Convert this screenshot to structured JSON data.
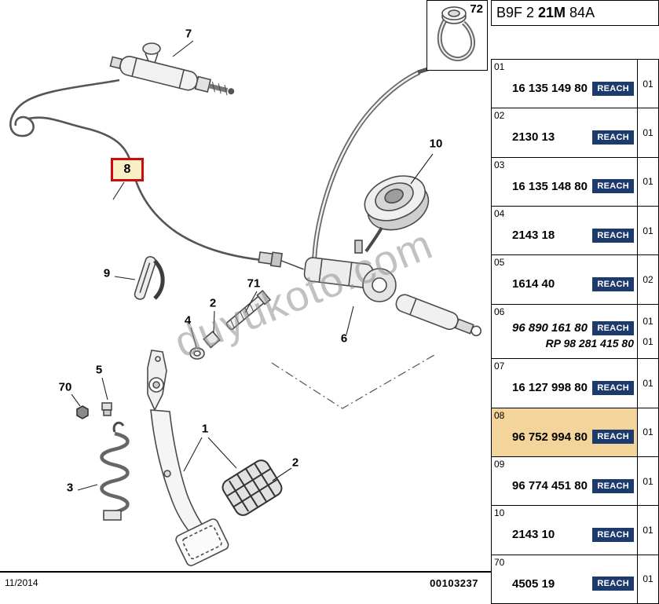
{
  "header": {
    "prefix": "B9F 2",
    "bold": "21M",
    "suffix": "84A"
  },
  "inset": {
    "label": "72"
  },
  "watermark": "duyukoto.com",
  "callouts": {
    "c7": "7",
    "c8": "8",
    "c9": "9",
    "c71": "71",
    "c2a": "2",
    "c4": "4",
    "c6": "6",
    "c10": "10",
    "c5": "5",
    "c70": "70",
    "c1": "1",
    "c2b": "2",
    "c3": "3"
  },
  "table": {
    "reach_label": "REACH",
    "rows": [
      {
        "index": "01",
        "part_number": "16 135 149 80",
        "qty": "01"
      },
      {
        "index": "02",
        "part_number": "2130 13",
        "qty": "01"
      },
      {
        "index": "03",
        "part_number": "16 135 148 80",
        "qty": "01"
      },
      {
        "index": "04",
        "part_number": "2143 18",
        "qty": "01"
      },
      {
        "index": "05",
        "part_number": "1614 40",
        "qty": "02"
      },
      {
        "index": "06",
        "part_number": "96 890 161 80",
        "qty": "01",
        "replacement": "RP 98 281 415 80",
        "replacement_qty": "01"
      },
      {
        "index": "07",
        "part_number": "16 127 998 80",
        "qty": "01"
      },
      {
        "index": "08",
        "part_number": "96 752 994 80",
        "qty": "01"
      },
      {
        "index": "09",
        "part_number": "96 774 451 80",
        "qty": "01"
      },
      {
        "index": "10",
        "part_number": "2143 10",
        "qty": "01"
      },
      {
        "index": "70",
        "part_number": "4505 19",
        "qty": "01"
      }
    ]
  },
  "footer": {
    "date": "11/2014",
    "doc_number": "00103237"
  }
}
